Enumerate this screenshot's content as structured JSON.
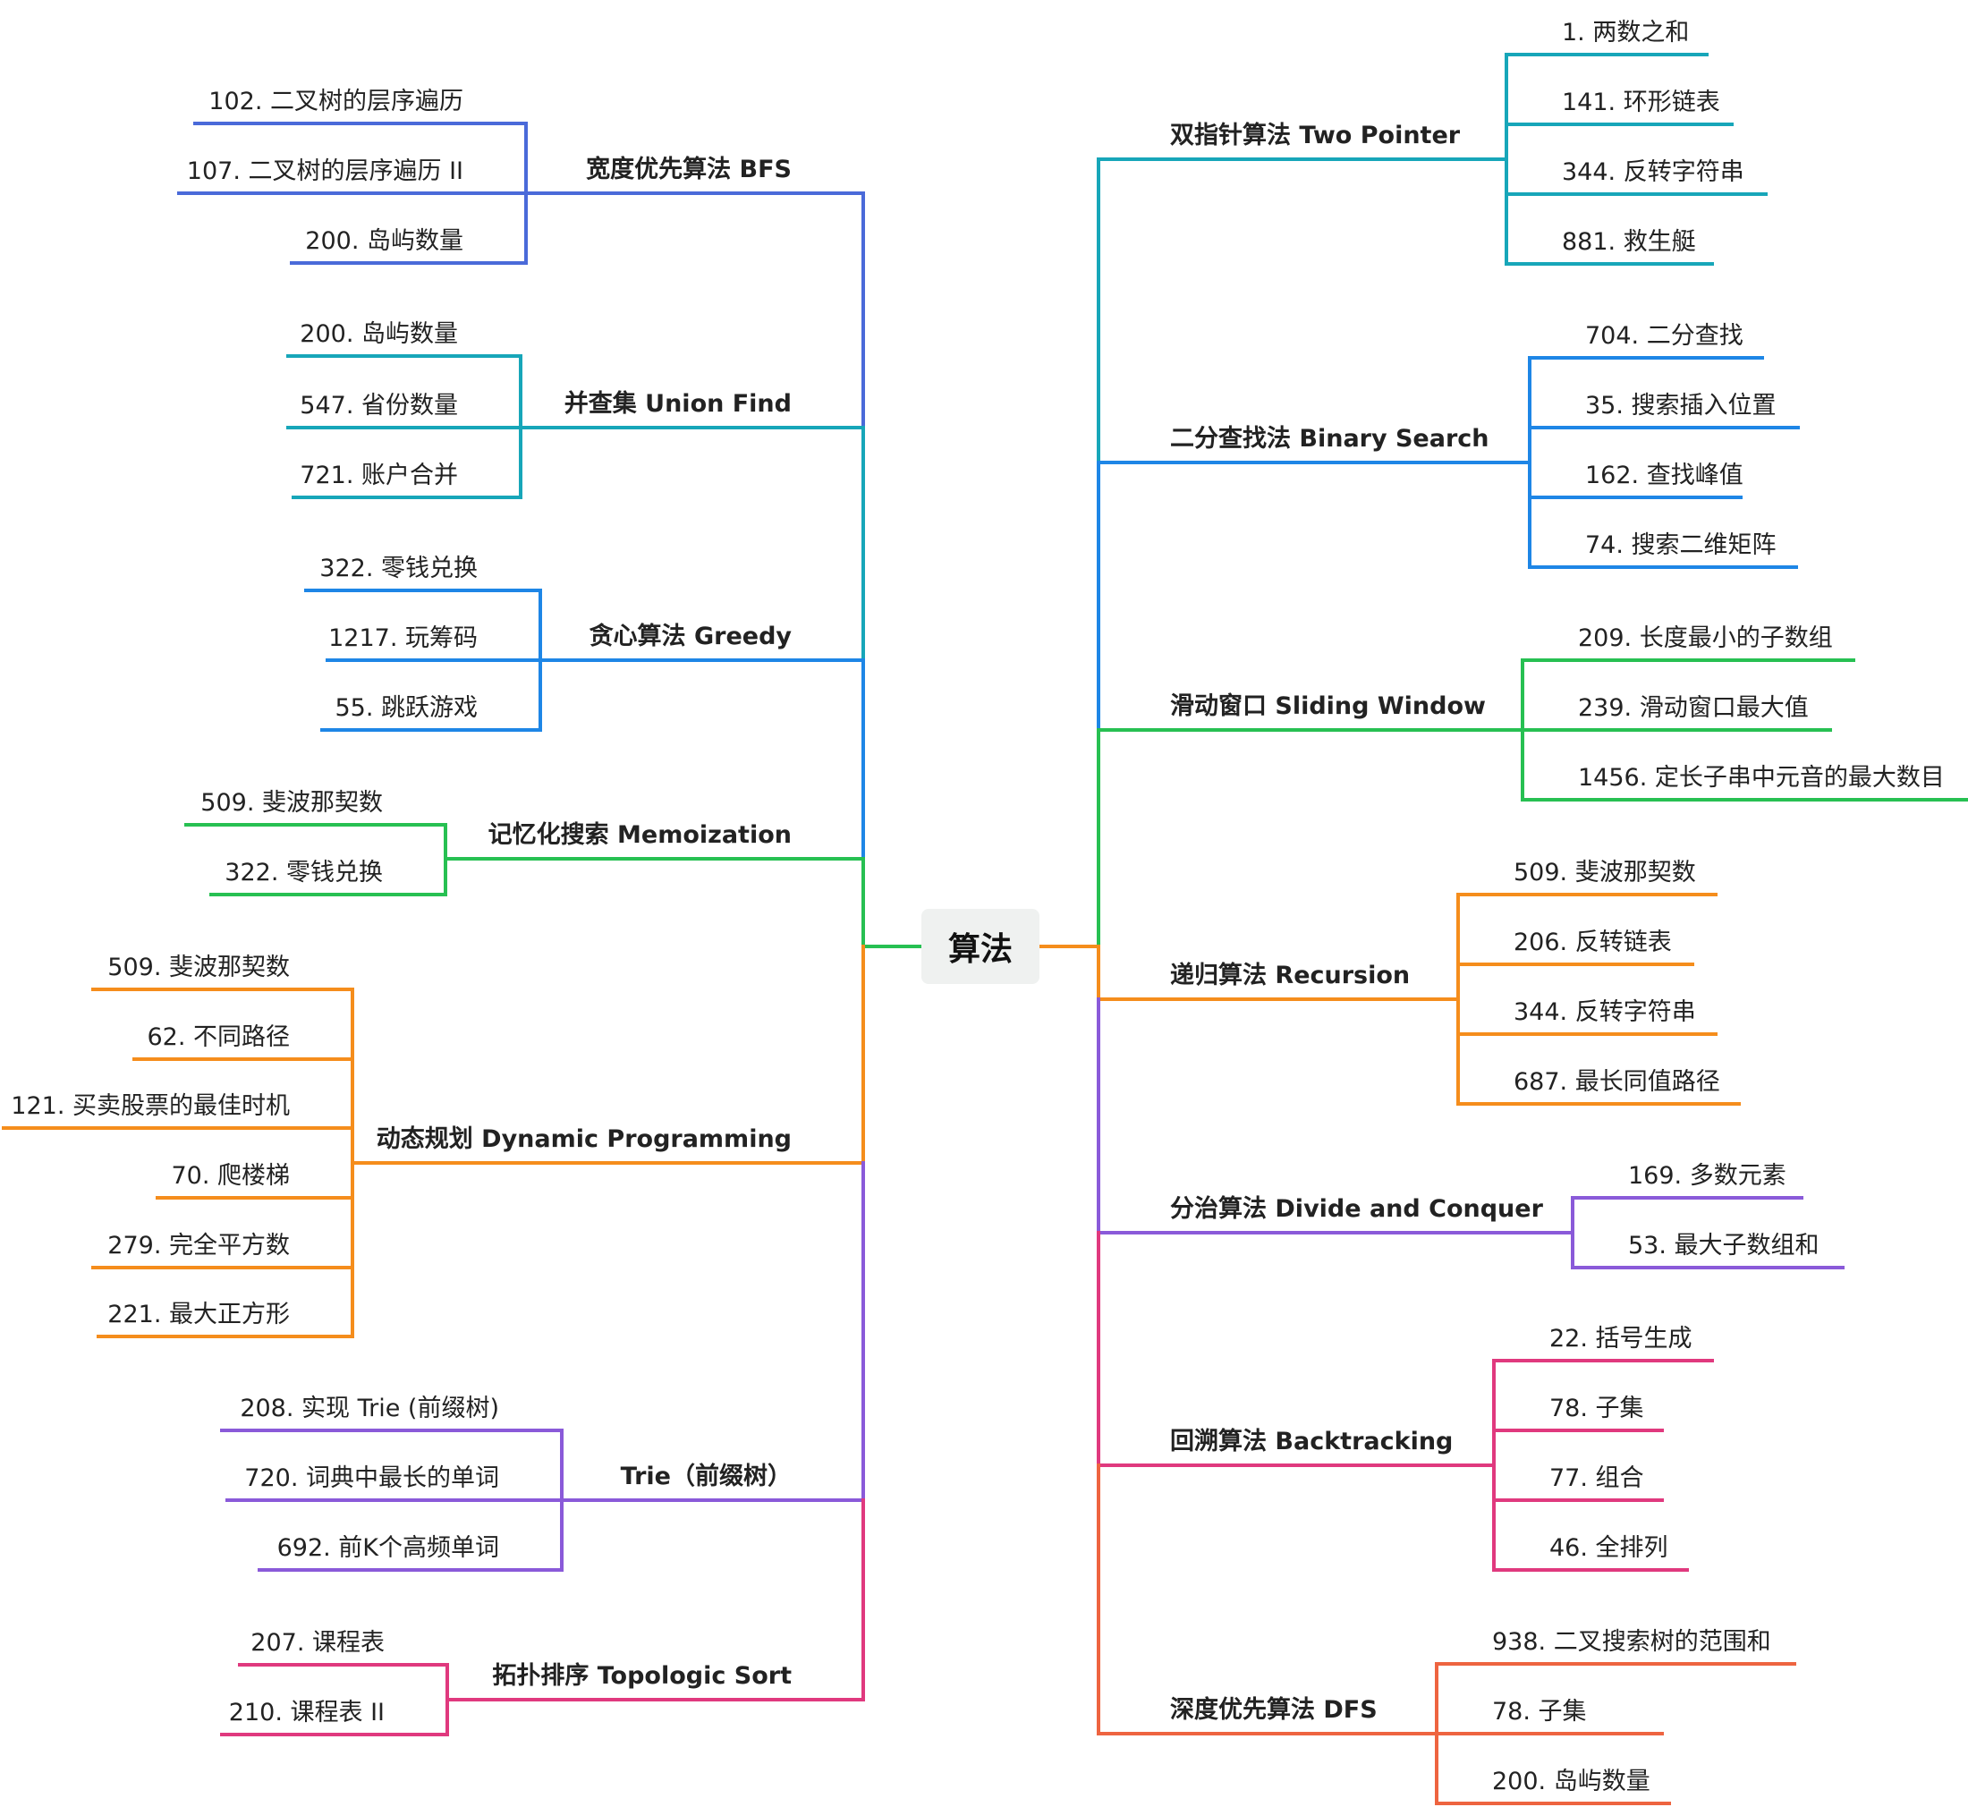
{
  "root": "算法",
  "left": [
    {
      "name": "宽度优先算法 BFS",
      "color": "#4a6ad9",
      "leaves": [
        "102. 二叉树的层序遍历",
        "107. 二叉树的层序遍历 II",
        "200. 岛屿数量"
      ]
    },
    {
      "name": "并查集 Union Find",
      "color": "#17a6b9",
      "leaves": [
        "200. 岛屿数量",
        "547. 省份数量",
        "721. 账户合并"
      ]
    },
    {
      "name": "贪心算法 Greedy",
      "color": "#1e86e6",
      "leaves": [
        "322. 零钱兑换",
        "1217. 玩筹码",
        "55. 跳跃游戏"
      ]
    },
    {
      "name": "记忆化搜索 Memoization",
      "color": "#27c052",
      "leaves": [
        "509. 斐波那契数",
        "322. 零钱兑换"
      ]
    },
    {
      "name": "动态规划 Dynamic Programming",
      "color": "#f58d1c",
      "leaves": [
        "509. 斐波那契数",
        "62. 不同路径",
        "121. 买卖股票的最佳时机",
        "70. 爬楼梯",
        "279. 完全平方数",
        "221. 最大正方形"
      ]
    },
    {
      "name": "Trie（前缀树）",
      "color": "#8a5ad9",
      "leaves": [
        "208. 实现 Trie (前缀树)",
        "720. 词典中最长的单词",
        "692. 前K个高频单词"
      ]
    },
    {
      "name": "拓扑排序 Topologic Sort",
      "color": "#e0397e",
      "leaves": [
        "207. 课程表",
        "210. 课程表 II"
      ]
    }
  ],
  "right": [
    {
      "name": "双指针算法 Two Pointer",
      "color": "#17a6b9",
      "leaves": [
        "1. 两数之和",
        "141. 环形链表",
        "344. 反转字符串",
        "881. 救生艇"
      ]
    },
    {
      "name": "二分查找法 Binary Search",
      "color": "#1e86e6",
      "leaves": [
        "704. 二分查找",
        "35. 搜索插入位置",
        "162. 查找峰值",
        "74. 搜索二维矩阵"
      ]
    },
    {
      "name": "滑动窗口 Sliding Window",
      "color": "#27c052",
      "leaves": [
        "209. 长度最小的子数组",
        "239. 滑动窗口最大值",
        "1456. 定长子串中元音的最大数目"
      ]
    },
    {
      "name": "递归算法 Recursion",
      "color": "#f58d1c",
      "leaves": [
        "509. 斐波那契数",
        "206. 反转链表",
        "344. 反转字符串",
        "687. 最长同值路径"
      ]
    },
    {
      "name": "分治算法 Divide and Conquer",
      "color": "#8a5ad9",
      "leaves": [
        "169. 多数元素",
        "53. 最大子数组和"
      ]
    },
    {
      "name": "回溯算法 Backtracking",
      "color": "#e0397e",
      "leaves": [
        "22. 括号生成",
        "78. 子集",
        "77. 组合",
        "46. 全排列"
      ]
    },
    {
      "name": "深度优先算法 DFS",
      "color": "#ee6440",
      "leaves": [
        "938. 二叉搜索树的范围和",
        "78. 子集",
        "200. 岛屿数量"
      ]
    }
  ]
}
